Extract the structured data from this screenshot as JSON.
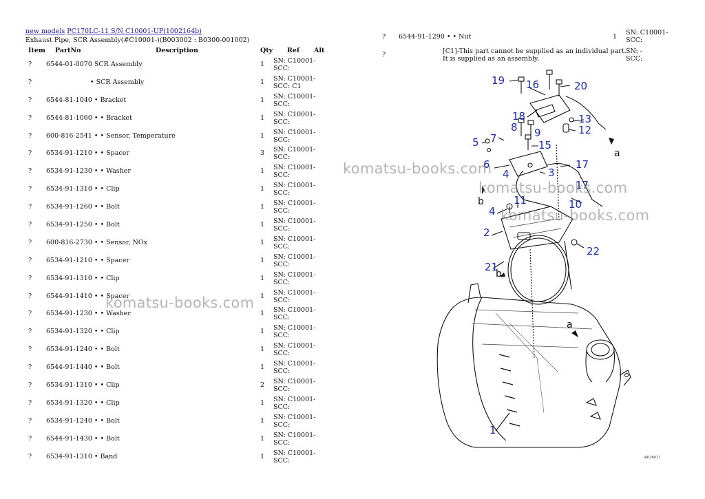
{
  "breadcrumb": {
    "part1": "new models",
    "part2": "PC170LC-11 S/N C10001-UP(1002164b)"
  },
  "page_title": "Exhaust Pipe, SCR Assembly(#C10001-)(B003002 : B0300-001002)",
  "table_headers": {
    "item": "Item",
    "partno": "PartNo",
    "description": "Description",
    "qty": "Qty",
    "ref": "Ref",
    "alt": "Alt"
  },
  "rows": [
    {
      "item": "?",
      "part": "6544-01-0070 SCR Assembly",
      "qty": "1",
      "sn1": "SN: C10001-",
      "sn2": "SCC:"
    },
    {
      "item": "?",
      "part": "• SCR Assembly",
      "qty": "1",
      "sn1": "SN: C10001-",
      "sn2": "SCC: C1"
    },
    {
      "item": "?",
      "part": "6544-81-1040 • Bracket",
      "qty": "1",
      "sn1": "SN: C10001-",
      "sn2": "SCC:"
    },
    {
      "item": "?",
      "part": "6544-81-1060 • • Bracket",
      "qty": "1",
      "sn1": "SN: C10001-",
      "sn2": "SCC:"
    },
    {
      "item": "?",
      "part": "600-816-2541 • • Sensor, Temperature",
      "qty": "1",
      "sn1": "SN: C10001-",
      "sn2": "SCC:"
    },
    {
      "item": "?",
      "part": "6534-91-1210 • • Spacer",
      "qty": "3",
      "sn1": "SN: C10001-",
      "sn2": "SCC:"
    },
    {
      "item": "?",
      "part": "6534-91-1230 • • Washer",
      "qty": "1",
      "sn1": "SN: C10001-",
      "sn2": "SCC:"
    },
    {
      "item": "?",
      "part": "6534-91-1310 • • Clip",
      "qty": "1",
      "sn1": "SN: C10001-",
      "sn2": "SCC:"
    },
    {
      "item": "?",
      "part": "6534-91-1260 • • Bolt",
      "qty": "1",
      "sn1": "SN: C10001-",
      "sn2": "SCC:"
    },
    {
      "item": "?",
      "part": "6534-91-1250 • • Bolt",
      "qty": "1",
      "sn1": "SN: C10001-",
      "sn2": "SCC:"
    },
    {
      "item": "?",
      "part": "600-816-2730 • • Sensor, NOx",
      "qty": "1",
      "sn1": "SN: C10001-",
      "sn2": "SCC:"
    },
    {
      "item": "?",
      "part": "6534-91-1210 • • Spacer",
      "qty": "1",
      "sn1": "SN: C10001-",
      "sn2": "SCC:"
    },
    {
      "item": "?",
      "part": "6534-91-1310 • • Clip",
      "qty": "1",
      "sn1": "SN: C10001-",
      "sn2": "SCC:"
    },
    {
      "item": "?",
      "part": "6544-91-1410 • • Spacer",
      "qty": "1",
      "sn1": "SN: C10001-",
      "sn2": "SCC:"
    },
    {
      "item": "?",
      "part": "6534-91-1230 • • Washer",
      "qty": "1",
      "sn1": "SN: C10001-",
      "sn2": "SCC:"
    },
    {
      "item": "?",
      "part": "6534-91-1320 • • Clip",
      "qty": "1",
      "sn1": "SN: C10001-",
      "sn2": "SCC:"
    },
    {
      "item": "?",
      "part": "6534-91-1240 • • Bolt",
      "qty": "1",
      "sn1": "SN: C10001-",
      "sn2": "SCC:"
    },
    {
      "item": "?",
      "part": "6544-91-1440 • • Bolt",
      "qty": "1",
      "sn1": "SN: C10001-",
      "sn2": "SCC:"
    },
    {
      "item": "?",
      "part": "6534-91-1310 • • Clip",
      "qty": "2",
      "sn1": "SN: C10001-",
      "sn2": "SCC:"
    },
    {
      "item": "?",
      "part": "6534-91-1320 • • Clip",
      "qty": "1",
      "sn1": "SN: C10001-",
      "sn2": "SCC:"
    },
    {
      "item": "?",
      "part": "6534-91-1240 • • Bolt",
      "qty": "1",
      "sn1": "SN: C10001-",
      "sn2": "SCC:"
    },
    {
      "item": "?",
      "part": "6544-91-1430 • • Bolt",
      "qty": "1",
      "sn1": "SN: C10001-",
      "sn2": "SCC:"
    },
    {
      "item": "?",
      "part": "6534-91-1310 • Band",
      "qty": "1",
      "sn1": "SN: C10001-",
      "sn2": "SCC:"
    }
  ],
  "right_rows": [
    {
      "item": "?",
      "part": "6544-91-1290 • • Nut",
      "qty": "1",
      "sn1": "SN: C10001-",
      "sn2": "SCC:"
    },
    {
      "item": "?",
      "note1": "[C1]-This part cannot be supplied as an individual part.",
      "note2": "It is supplied as an assembly.",
      "sn1": "SN: -",
      "sn2": "SCC:"
    }
  ],
  "watermark": "komatsu-books.com",
  "diagram": {
    "callouts": [
      "19",
      "16",
      "20",
      "13",
      "18",
      "12",
      "7",
      "8",
      "9",
      "5",
      "15",
      "6",
      "4",
      "3",
      "17",
      "17",
      "11",
      "10",
      "4",
      "2",
      "22",
      "21",
      "1"
    ],
    "letters": [
      "a",
      "b",
      "b",
      "a"
    ],
    "code": "J4D26017"
  }
}
